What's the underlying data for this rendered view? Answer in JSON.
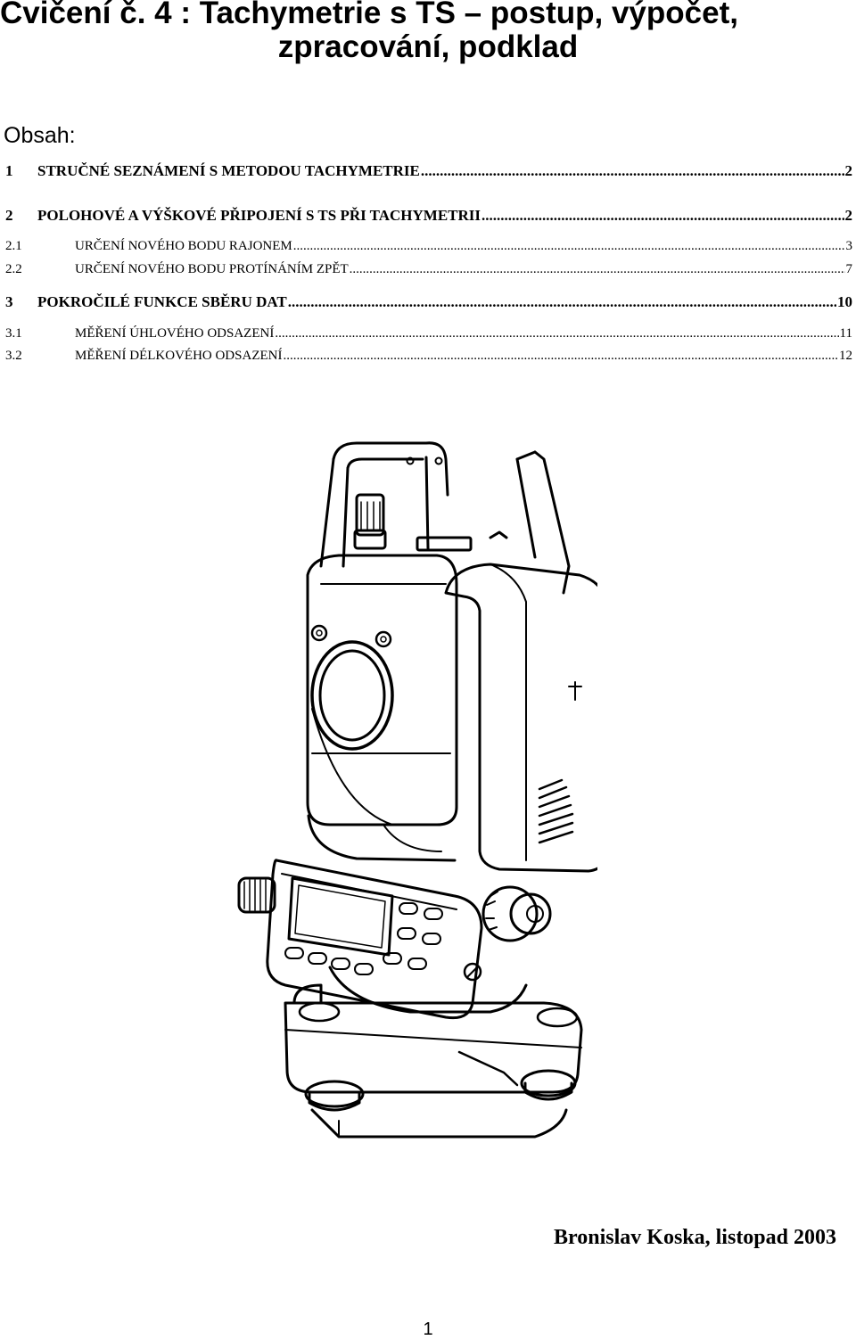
{
  "title": {
    "line1": "Cvičení č. 4 : Tachymetrie s TS – postup, výpočet,",
    "line2": "zpracování, podklad"
  },
  "toc": {
    "heading": "Obsah:",
    "entries": [
      {
        "num": "1",
        "title": "STRUČNÉ SEZNÁMENÍ S METODOU TACHYMETRIE",
        "page": "2"
      },
      {
        "num": "2",
        "title": "POLOHOVÉ A VÝŠKOVÉ PŘIPOJENÍ S TS PŘI TACHYMETRII",
        "page": "2"
      },
      {
        "num": "2.1",
        "title": "URČENÍ NOVÉHO BODU RAJONEM",
        "page": "3"
      },
      {
        "num": "2.2",
        "title": "URČENÍ NOVÉHO BODU PROTÍNÁNÍM ZPĚT",
        "page": "7"
      },
      {
        "num": "3",
        "title": "POKROČILÉ FUNKCE SBĚRU DAT",
        "page": "10"
      },
      {
        "num": "3.1",
        "title": "MĚŘENÍ ÚHLOVÉHO ODSAZENÍ",
        "page": "11"
      },
      {
        "num": "3.2",
        "title": "MĚŘENÍ DÉLKOVÉHO ODSAZENÍ",
        "page": "12"
      }
    ]
  },
  "author_line": "Bronislav Koska, listopad 2003",
  "page_number": "1"
}
